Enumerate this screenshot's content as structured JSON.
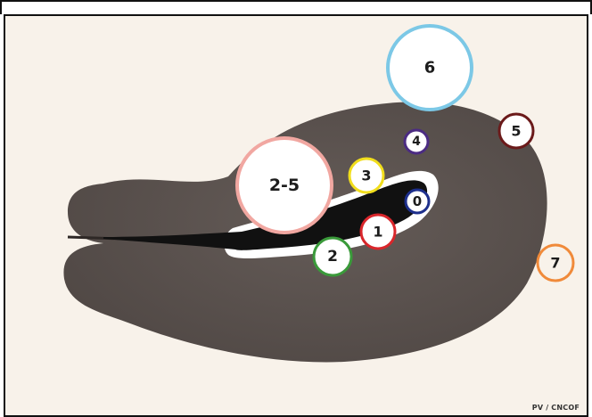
{
  "markers": [
    {
      "label": "0",
      "color": "#1d2f8c"
    },
    {
      "label": "1",
      "color": "#d9262b"
    },
    {
      "label": "2",
      "color": "#3a9a3a"
    },
    {
      "label": "3",
      "color": "#f1de1c"
    },
    {
      "label": "4",
      "color": "#4b2b82"
    },
    {
      "label": "5",
      "color": "#6b1a1a"
    },
    {
      "label": "2-5",
      "color": "#f1a7a1"
    },
    {
      "label": "6",
      "color": "#7cc8e6"
    },
    {
      "label": "7",
      "color": "#f08a3a"
    }
  ],
  "colors": {
    "background": "#f8f2ea",
    "tissue": "#5a514e",
    "lumen_fill": "#111111",
    "lumen_rim": "#ffffff"
  },
  "credit": "PV / CNCOF"
}
